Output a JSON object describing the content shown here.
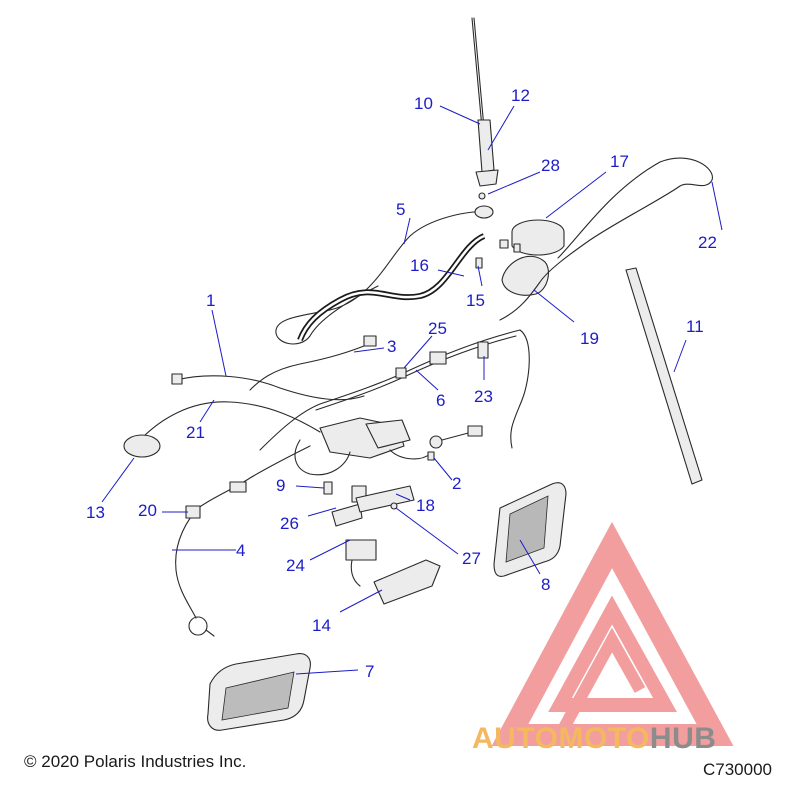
{
  "callouts": [
    {
      "label": "1"
    },
    {
      "label": "2"
    },
    {
      "label": "3"
    },
    {
      "label": "4"
    },
    {
      "label": "5"
    },
    {
      "label": "6"
    },
    {
      "label": "7"
    },
    {
      "label": "8"
    },
    {
      "label": "9"
    },
    {
      "label": "10"
    },
    {
      "label": "11"
    },
    {
      "label": "12"
    },
    {
      "label": "13"
    },
    {
      "label": "14"
    },
    {
      "label": "15"
    },
    {
      "label": "16"
    },
    {
      "label": "17"
    },
    {
      "label": "18"
    },
    {
      "label": "19"
    },
    {
      "label": "20"
    },
    {
      "label": "21"
    },
    {
      "label": "22"
    },
    {
      "label": "23"
    },
    {
      "label": "24"
    },
    {
      "label": "25"
    },
    {
      "label": "26"
    },
    {
      "label": "27"
    },
    {
      "label": "28"
    }
  ],
  "watermark": {
    "part1": "AUTO",
    "part2": "MOTO",
    "part3": "HUB",
    "color_primary": "#f4b860",
    "color_secondary": "#f0a0a0",
    "color_dark": "#8c8c8c"
  },
  "footer": {
    "copyright": "© 2020 Polaris Industries Inc.",
    "figure_code": "C730000"
  },
  "colors": {
    "callout": "#1c1cc8",
    "line_art": "#2a2a2a",
    "logo_red": "#e85050"
  }
}
